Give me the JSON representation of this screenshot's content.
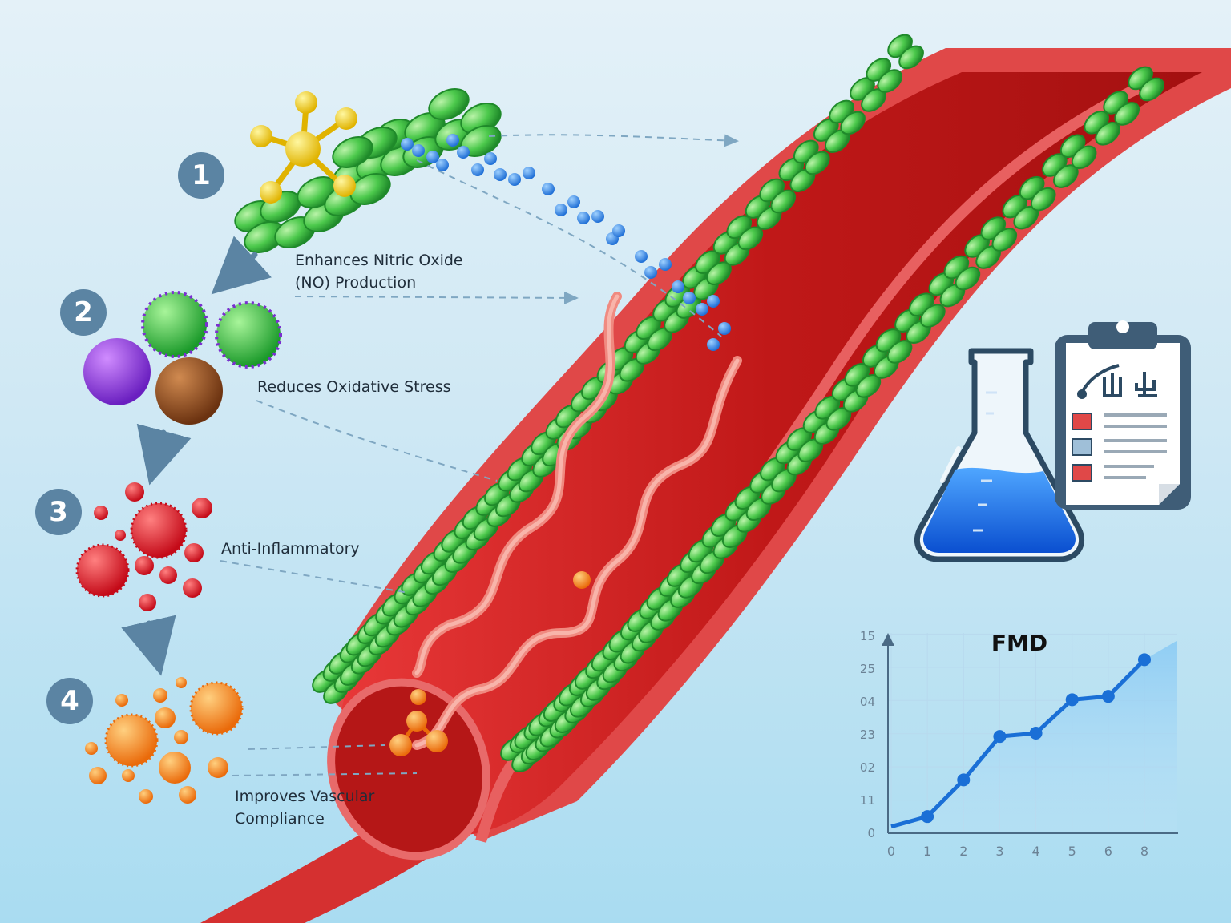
{
  "steps": [
    {
      "number": "1",
      "label_line1": "Enhances Nitric Oxide",
      "label_line2": "(NO) Production"
    },
    {
      "number": "2",
      "label_line1": "Reduces Oxidative Stress"
    },
    {
      "number": "3",
      "label_line1": "Anti-Inflammatory"
    },
    {
      "number": "4",
      "label_line1": "Improves Vascular",
      "label_line2": "Compliance"
    }
  ],
  "colors": {
    "step_badge": "#5b84a3",
    "vessel_red": "#c81e1e",
    "endothelium_green": "#4cc94c",
    "no_molecules": "#1f7fe0",
    "chart_line": "#1a6fd6"
  },
  "icons": [
    "molecule-icon",
    "antioxidant-cluster-icon",
    "inflammation-cluster-icon",
    "particle-cluster-icon",
    "flask-icon",
    "clipboard-icon"
  ],
  "chart_data": {
    "type": "line",
    "title": "FMD",
    "xlabel": "",
    "ylabel": "",
    "x_tick_labels": [
      "0",
      "1",
      "2",
      "3",
      "4",
      "5",
      "6",
      "8"
    ],
    "y_tick_labels": [
      "0",
      "11",
      "02",
      "23",
      "04",
      "25",
      "15"
    ],
    "series": [
      {
        "values": [
          0.2,
          0.5,
          1.6,
          2.9,
          3.0,
          4.0,
          4.1,
          5.2
        ]
      }
    ],
    "ylim": [
      0,
      6
    ],
    "grid": true,
    "area_fill": true
  }
}
